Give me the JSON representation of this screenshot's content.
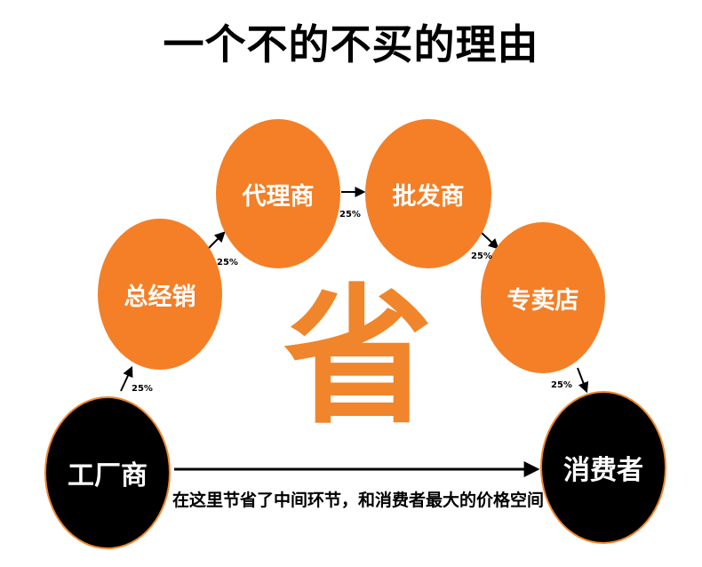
{
  "title": "一个不的不买的理由",
  "center_char": "省",
  "nodes": {
    "factory": "工厂商",
    "general_distributor": "总经销",
    "agent": "代理商",
    "wholesaler": "批发商",
    "specialty_store": "专卖店",
    "consumer": "消费者"
  },
  "markups": {
    "factory_to_general": "25%",
    "general_to_agent": "25%",
    "agent_to_wholesaler": "25%",
    "wholesaler_to_store": "25%",
    "store_to_consumer": "25%"
  },
  "direct_note": "在这里节省了中间环节，和消费者最大的价格空间",
  "colors": {
    "node_orange": "#f47f27",
    "node_black": "#000000",
    "accent_char": "#f0852b"
  }
}
